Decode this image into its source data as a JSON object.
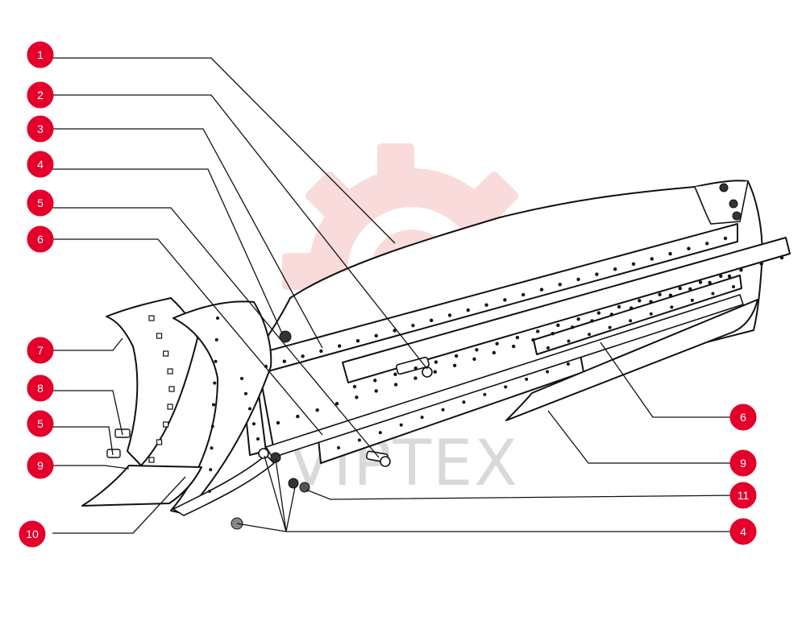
{
  "watermark": {
    "text": "VIPTEX",
    "color": "#f7b3b3"
  },
  "callout_color": "#e4002b",
  "callouts_left": [
    {
      "label": "1"
    },
    {
      "label": "2"
    },
    {
      "label": "3"
    },
    {
      "label": "4"
    },
    {
      "label": "5"
    },
    {
      "label": "6"
    },
    {
      "label": "7"
    },
    {
      "label": "8"
    },
    {
      "label": "5"
    },
    {
      "label": "9"
    },
    {
      "label": "10"
    }
  ],
  "callouts_right": [
    {
      "label": "6"
    },
    {
      "label": "9"
    },
    {
      "label": "11"
    },
    {
      "label": "4"
    }
  ]
}
